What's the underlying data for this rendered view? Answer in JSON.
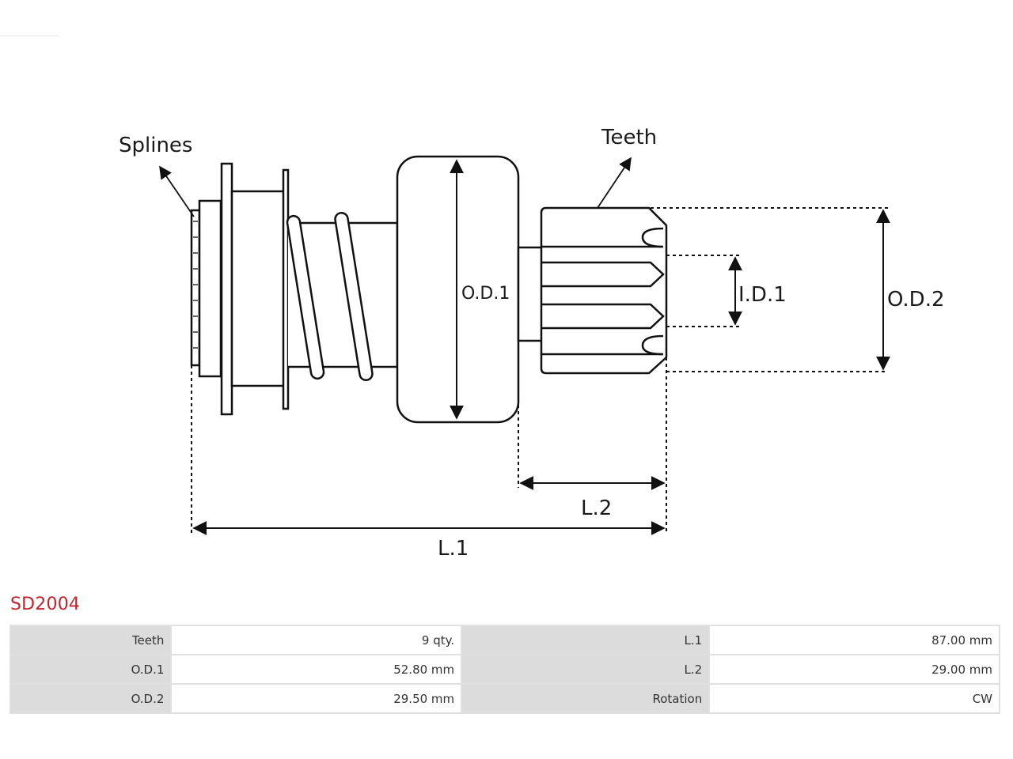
{
  "diagram": {
    "labels": {
      "splines": "Splines",
      "teeth": "Teeth",
      "od1": "O.D.1",
      "od2": "O.D.2",
      "id1": "I.D.1",
      "l1": "L.1",
      "l2": "L.2"
    }
  },
  "part": {
    "code": "SD2004"
  },
  "specs": [
    {
      "label_a": "Teeth",
      "value_a": "9 qty.",
      "label_b": "L.1",
      "value_b": "87.00 mm"
    },
    {
      "label_a": "O.D.1",
      "value_a": "52.80 mm",
      "label_b": "L.2",
      "value_b": "29.00 mm"
    },
    {
      "label_a": "O.D.2",
      "value_a": "29.50 mm",
      "label_b": "Rotation",
      "value_b": "CW"
    }
  ],
  "colors": {
    "part_code": "#c0232b",
    "label_cell": "#dcdcdc",
    "value_cell": "#ffffff",
    "drawing_line": "#111111"
  }
}
